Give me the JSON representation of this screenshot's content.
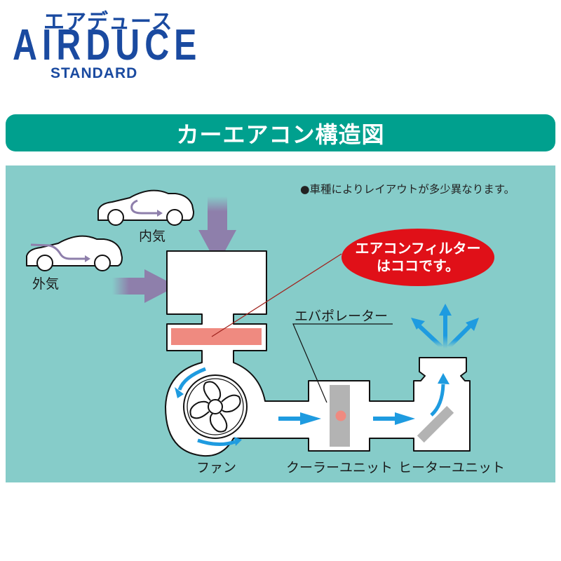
{
  "logo": {
    "kana": "エアデュース",
    "brand": "AIRDUCE",
    "subtitle": "STANDARD",
    "color": "#1a4aa0"
  },
  "header": {
    "title": "カーエアコン構造図",
    "bg_color": "#00a08e"
  },
  "panel": {
    "bg_color": "#86ccc9",
    "note": "●車種によりレイアウトが多少異なります。"
  },
  "diagram": {
    "labels": {
      "inside_air": "内気",
      "outside_air": "外気",
      "evaporator": "エバポレーター",
      "fan": "ファン",
      "cooler_unit": "クーラーユニット",
      "heater_unit": "ヒーターユニット"
    },
    "callout": {
      "line1": "エアコンフィルター",
      "line2": "はココです。",
      "color": "#e01018"
    },
    "colors": {
      "intake_arrow": "#8e7fab",
      "airflow_arrow": "#1e9be0",
      "filter": "#ef8a80",
      "core": "#b3b3b3",
      "leader_line": "#a0241e"
    }
  }
}
